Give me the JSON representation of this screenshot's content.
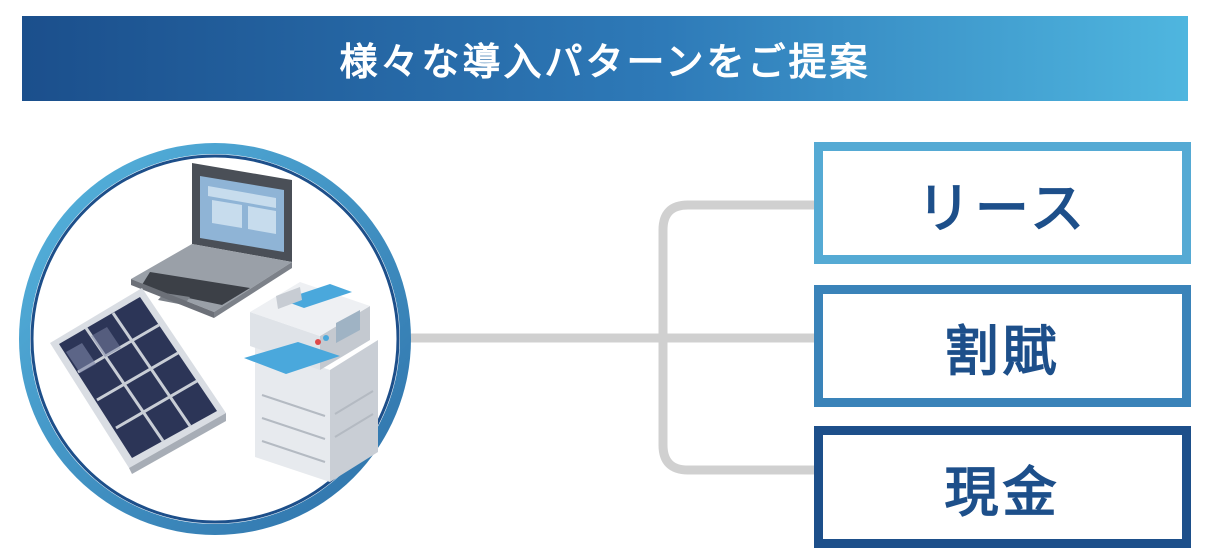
{
  "banner": {
    "title": "様々な導入パターンをご提案"
  },
  "options": [
    {
      "label": "リース",
      "color": "#1d4f8a",
      "border": "#55aad4"
    },
    {
      "label": "割賦",
      "color": "#1d4f8a",
      "border": "#3a83b9"
    },
    {
      "label": "現金",
      "color": "#1d4f8a",
      "border": "#1d4f8a"
    }
  ],
  "colors": {
    "banner_start": "#1b4f8c",
    "banner_end": "#4fb6df",
    "connector": "#cfcfcf",
    "circle_ring": "#3f93c6"
  },
  "equipment_icons": [
    "laptop-icon",
    "solar-panel-icon",
    "copier-icon"
  ]
}
